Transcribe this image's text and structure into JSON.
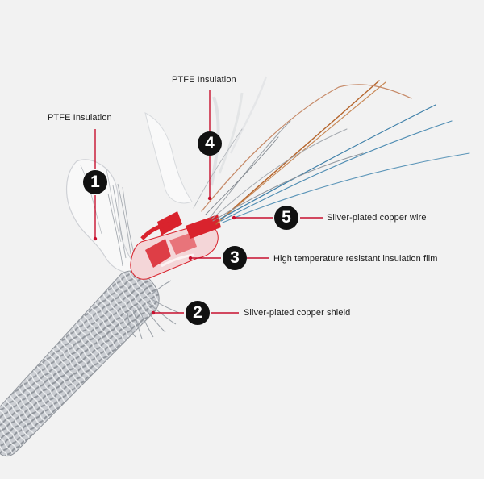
{
  "callouts": [
    {
      "number": "1",
      "label": "PTFE  Insulation"
    },
    {
      "number": "2",
      "label": "Silver-plated copper shield"
    },
    {
      "number": "3",
      "label": "High temperature resistant insulation film"
    },
    {
      "number": "4",
      "label": "PTFE  Insulation"
    },
    {
      "number": "5",
      "label": "Silver-plated copper wire"
    }
  ],
  "colors": {
    "background": "#f2f2f2",
    "leader_line": "#c8102e",
    "badge_fill": "#111111",
    "badge_text": "#ffffff",
    "core_insulation": "#d9232d",
    "braid": "#b9bcc2",
    "wire_copper": "#b5652c",
    "wire_blue": "#3d7fa8"
  },
  "icons": [
    "cable-illustration"
  ]
}
